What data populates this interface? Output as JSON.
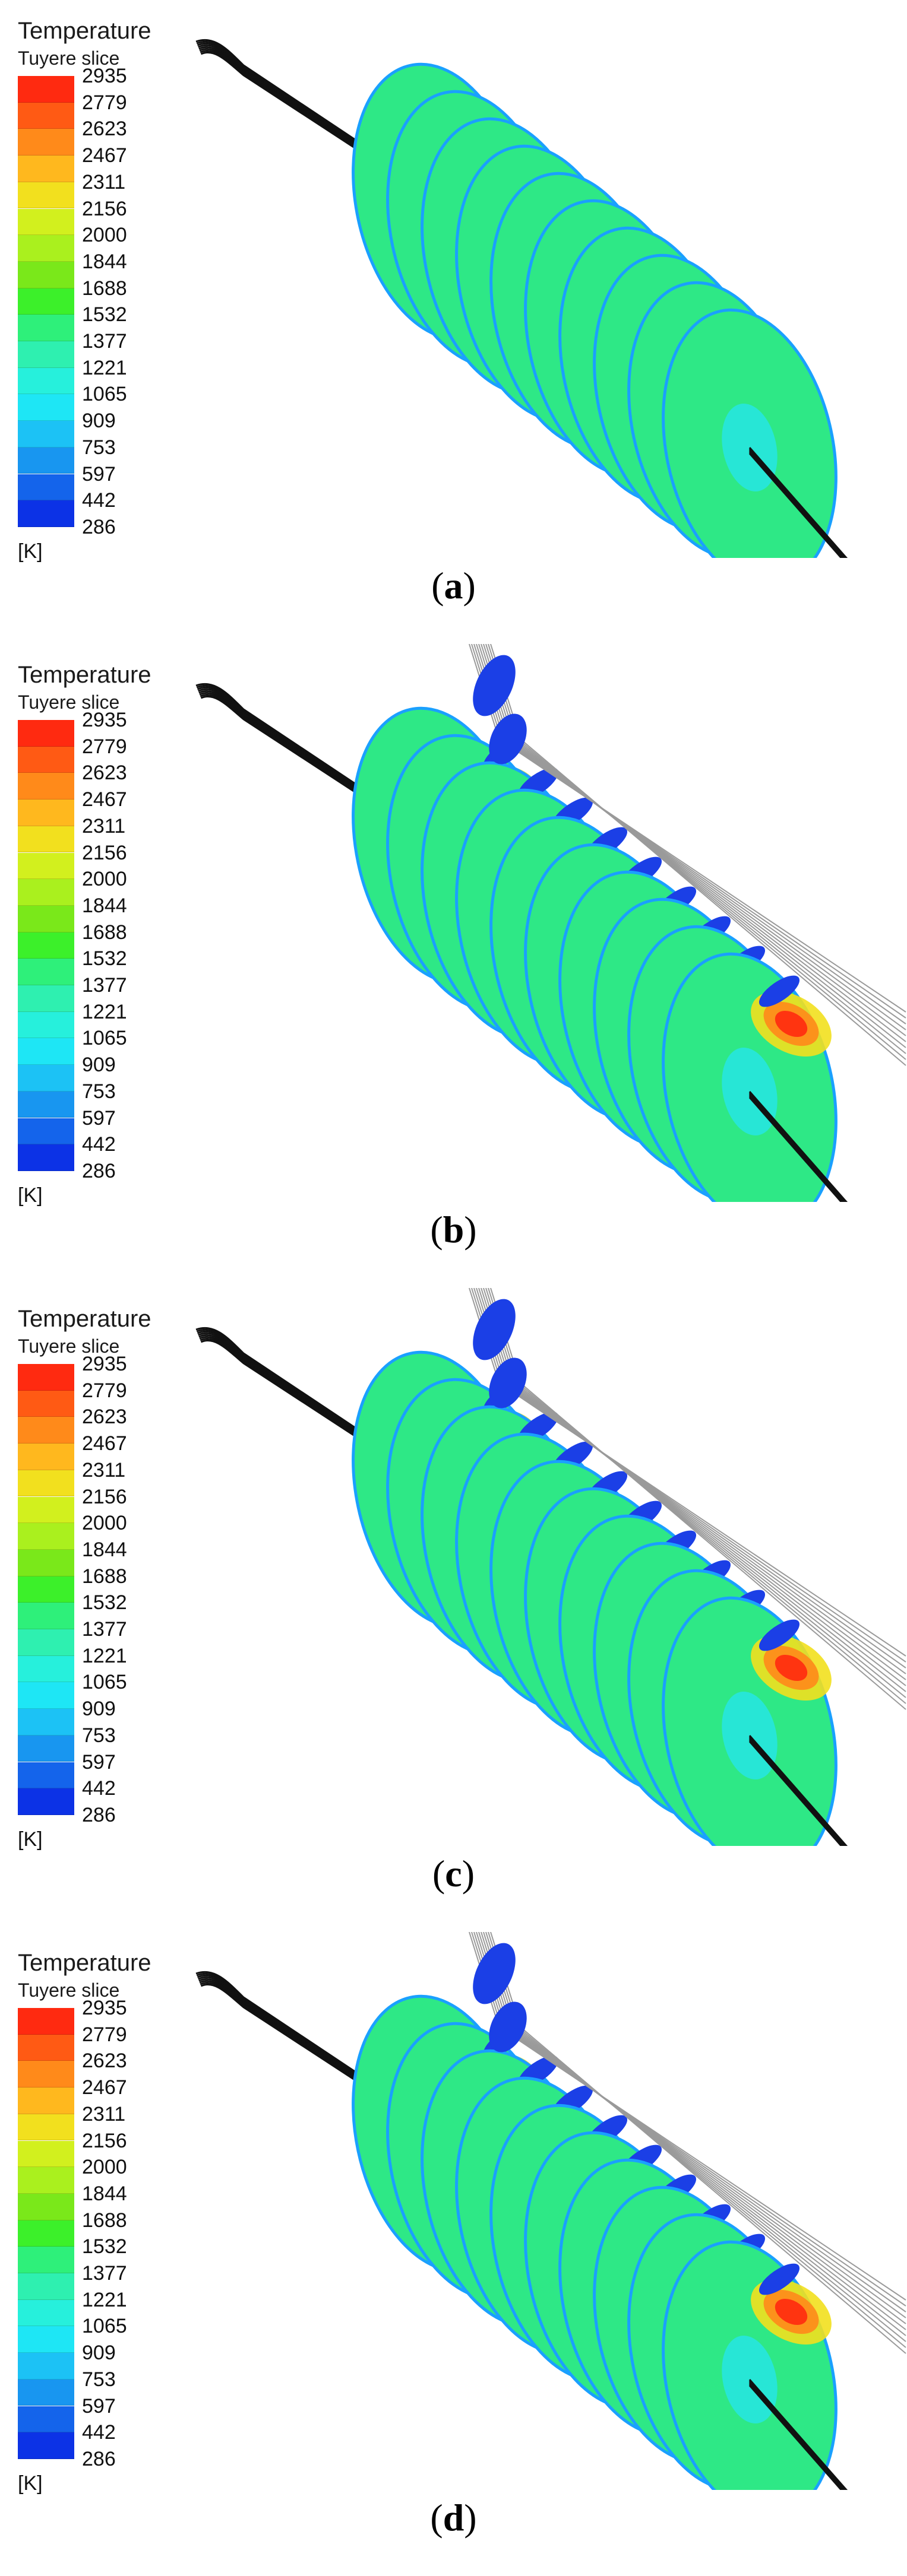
{
  "legend": {
    "title": "Temperature",
    "subtitle": "Tuyere slice",
    "unit": "[K]",
    "ticks": [
      "2935",
      "2779",
      "2623",
      "2467",
      "2311",
      "2156",
      "2000",
      "1844",
      "1688",
      "1532",
      "1377",
      "1221",
      "1065",
      "909",
      "753",
      "597",
      "442",
      "286"
    ],
    "colors": [
      "#ff2a10",
      "#ff5a14",
      "#ff8a1a",
      "#ffb81e",
      "#f2e01e",
      "#d2f01e",
      "#aaf01e",
      "#7ae81a",
      "#3cf02a",
      "#2ef07a",
      "#2ef0b0",
      "#26f0dc",
      "#1ee6f5",
      "#1cc2f5",
      "#1896f0",
      "#1464eb",
      "#0c32e6"
    ],
    "disc_color": "#2ee886",
    "disc_rim": "#1aa0ff"
  },
  "panels": [
    {
      "id": "a",
      "label_open": "(",
      "label": "a",
      "label_close": ")",
      "hot": false
    },
    {
      "id": "b",
      "label_open": "(",
      "label": "b",
      "label_close": ")",
      "hot": true
    },
    {
      "id": "c",
      "label_open": "(",
      "label": "c",
      "label_close": ")",
      "hot": true
    },
    {
      "id": "d",
      "label_open": "(",
      "label": "d",
      "label_close": ")",
      "hot": true
    }
  ]
}
